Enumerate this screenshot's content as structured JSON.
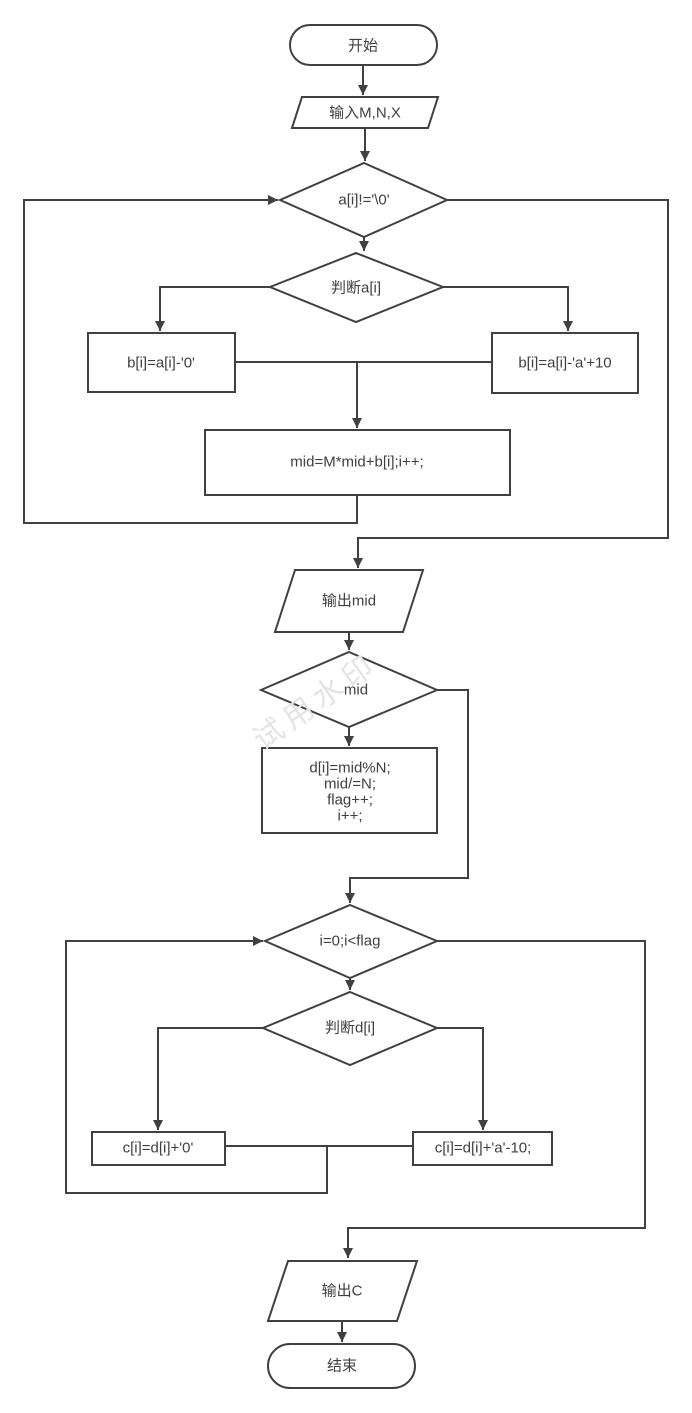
{
  "diagram": {
    "type": "flowchart",
    "colors": {
      "stroke": "#404040",
      "text": "#404040",
      "background": "#ffffff",
      "watermark": "#e4e4e4"
    },
    "watermark": {
      "text": "试用水印"
    },
    "nodes": {
      "start": {
        "label": "开始",
        "shape": "terminator"
      },
      "input_mnx": {
        "label": "输入M,N,X",
        "shape": "parallelogram"
      },
      "cond_a_not_end": {
        "label": "a[i]!='\\0'",
        "shape": "diamond"
      },
      "judge_a": {
        "label": "判断a[i]",
        "shape": "diamond"
      },
      "b_digit": {
        "label": "b[i]=a[i]-'0'",
        "shape": "rect"
      },
      "b_letter": {
        "label": "b[i]=a[i]-'a'+10",
        "shape": "rect"
      },
      "mid_calc": {
        "label": "mid=M*mid+b[i];i++;",
        "shape": "rect"
      },
      "output_mid": {
        "label": "输出mid",
        "shape": "parallelogram"
      },
      "cond_mid": {
        "label": "mid",
        "shape": "diamond"
      },
      "d_block": {
        "shape": "rect",
        "lines": [
          "d[i]=mid%N;",
          "mid/=N;",
          "flag++;",
          "i++;"
        ]
      },
      "loop_flag": {
        "label": "i=0;i<flag",
        "shape": "diamond"
      },
      "judge_d": {
        "label": "判断d[i]",
        "shape": "diamond"
      },
      "c_digit": {
        "label": "c[i]=d[i]+'0'",
        "shape": "rect"
      },
      "c_letter": {
        "label": "c[i]=d[i]+'a'-10;",
        "shape": "rect"
      },
      "output_c": {
        "label": "输出C",
        "shape": "parallelogram"
      },
      "end": {
        "label": "结束",
        "shape": "terminator"
      }
    }
  }
}
